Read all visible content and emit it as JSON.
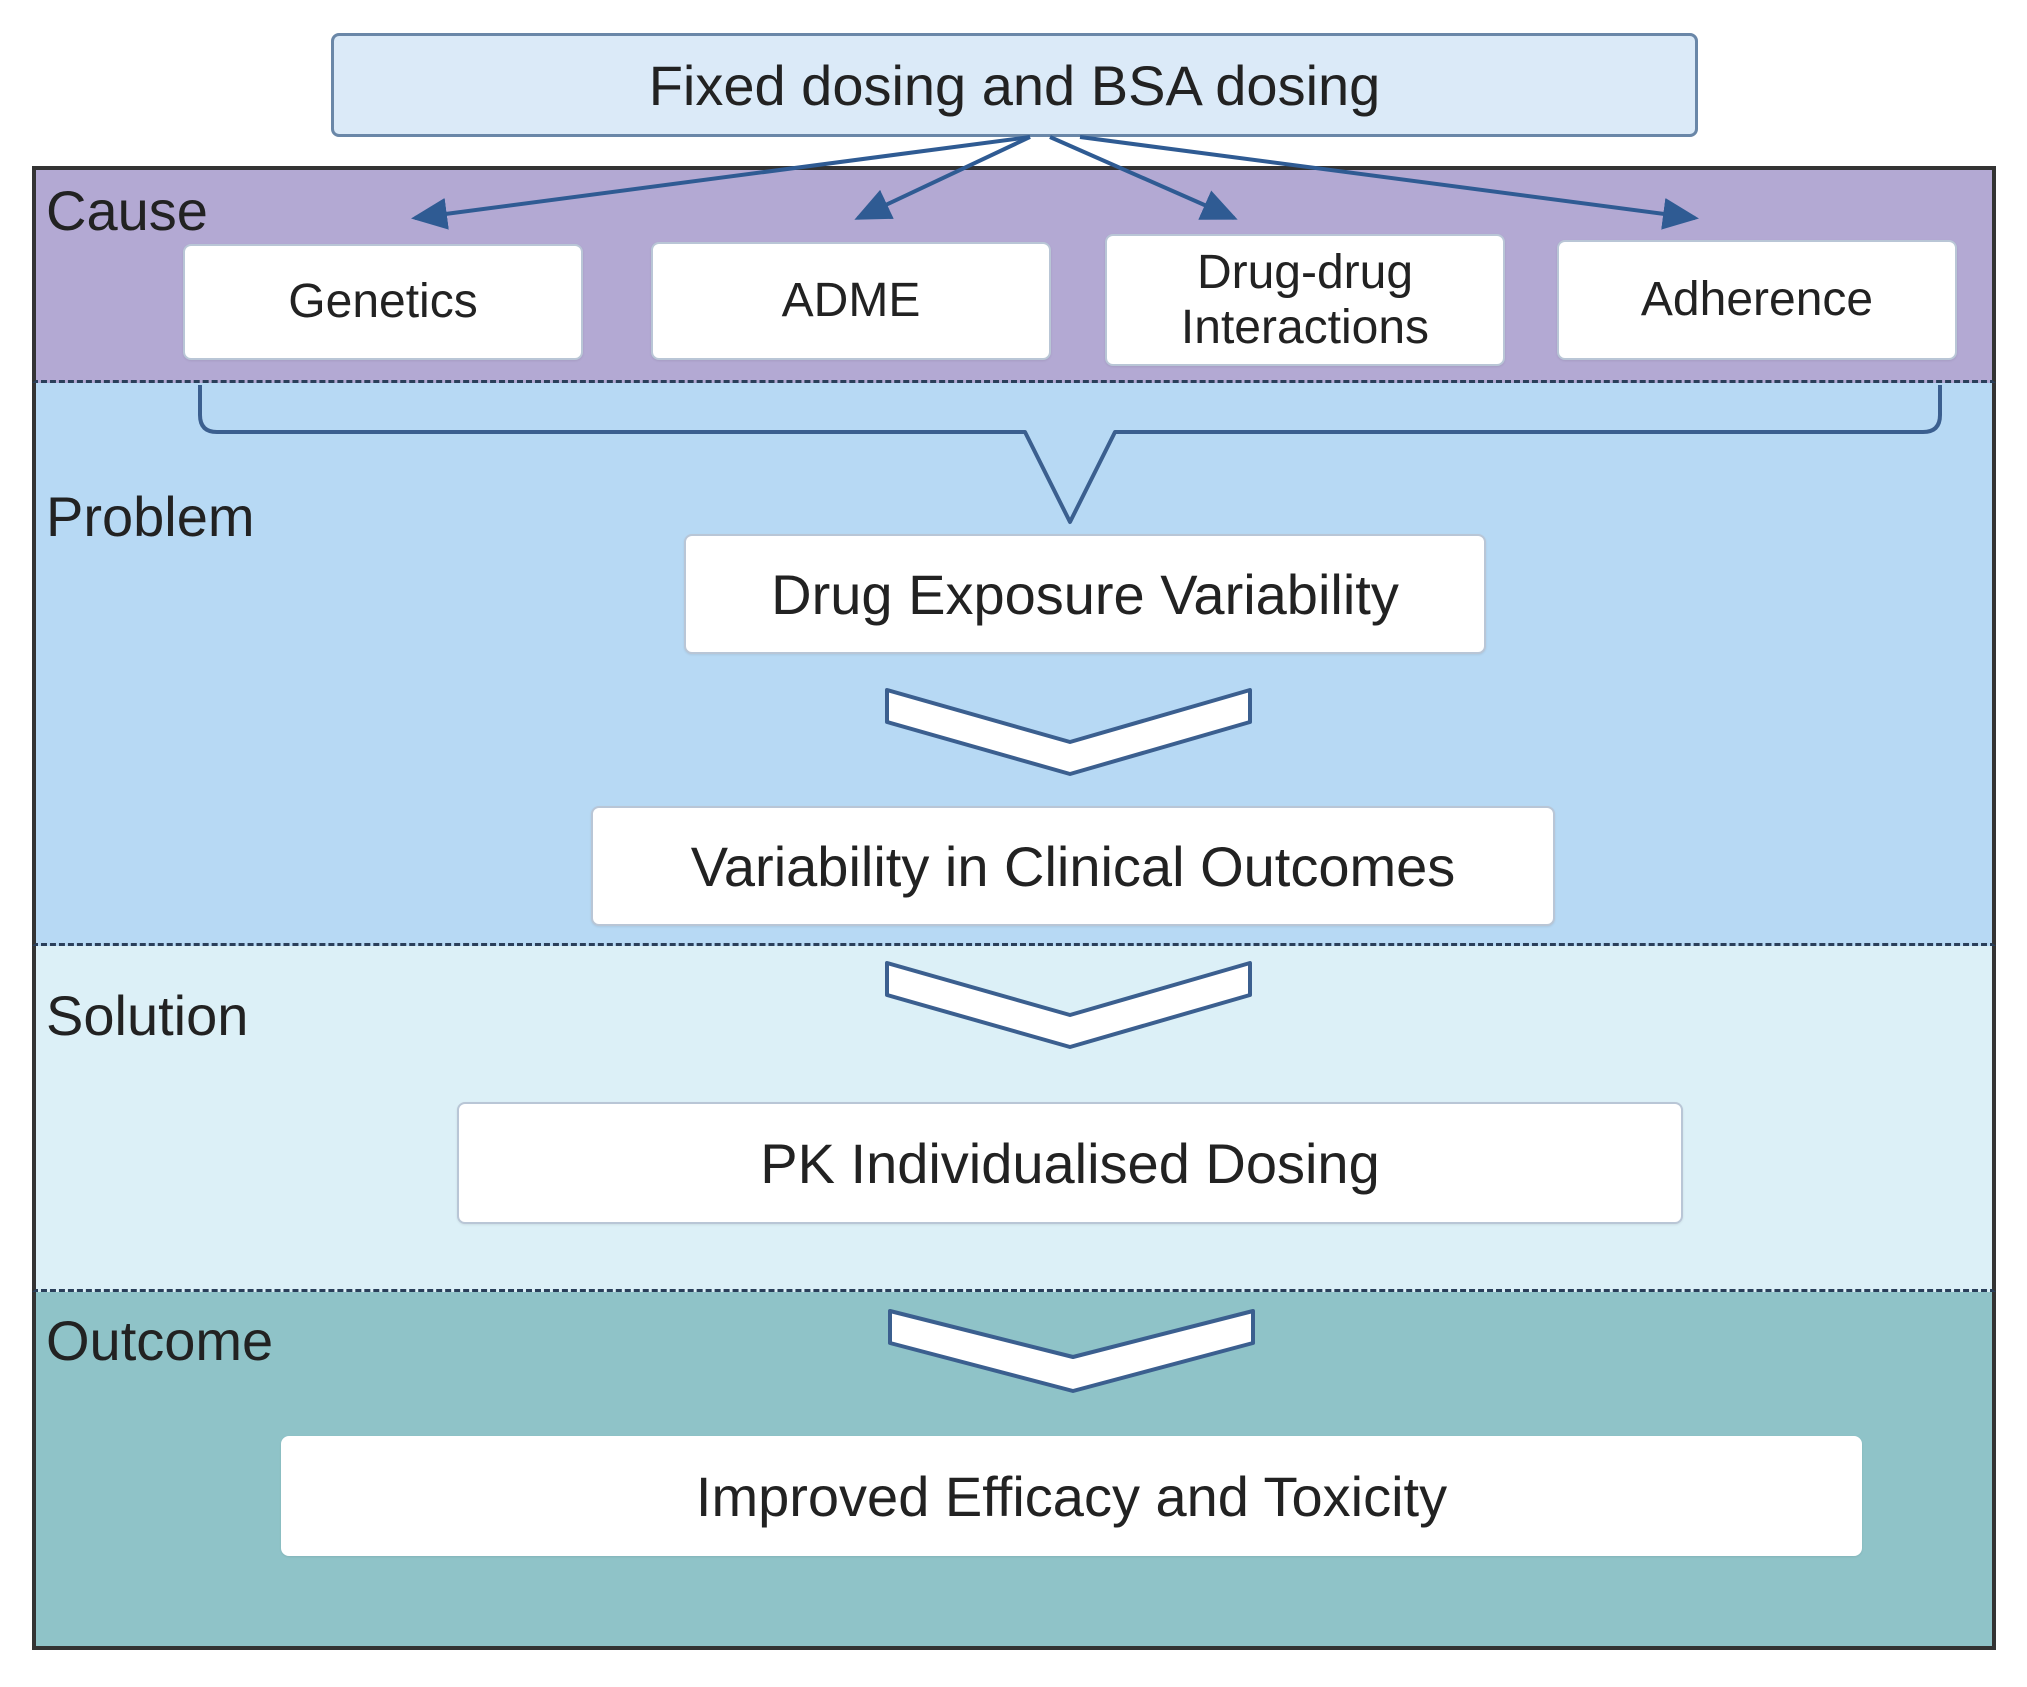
{
  "top": {
    "label": "Fixed dosing and BSA dosing"
  },
  "sections": {
    "cause": {
      "label": "Cause",
      "items": [
        "Genetics",
        "ADME",
        "Drug-drug\nInteractions",
        "Adherence"
      ]
    },
    "problem": {
      "label": "Problem",
      "items": [
        "Drug Exposure Variability",
        "Variability in Clinical Outcomes"
      ]
    },
    "solution": {
      "label": "Solution",
      "items": [
        "PK Individualised Dosing"
      ]
    },
    "outcome": {
      "label": "Outcome",
      "items": [
        "Improved Efficacy and Toxicity"
      ]
    }
  },
  "colors": {
    "cause_bg": "#b3a9d3",
    "problem_bg": "#b7d9f4",
    "solution_bg": "#dcf0f7",
    "outcome_bg": "#8fc3c8",
    "arrow": "#2f5b93",
    "chevron": "#3b5f8f"
  }
}
